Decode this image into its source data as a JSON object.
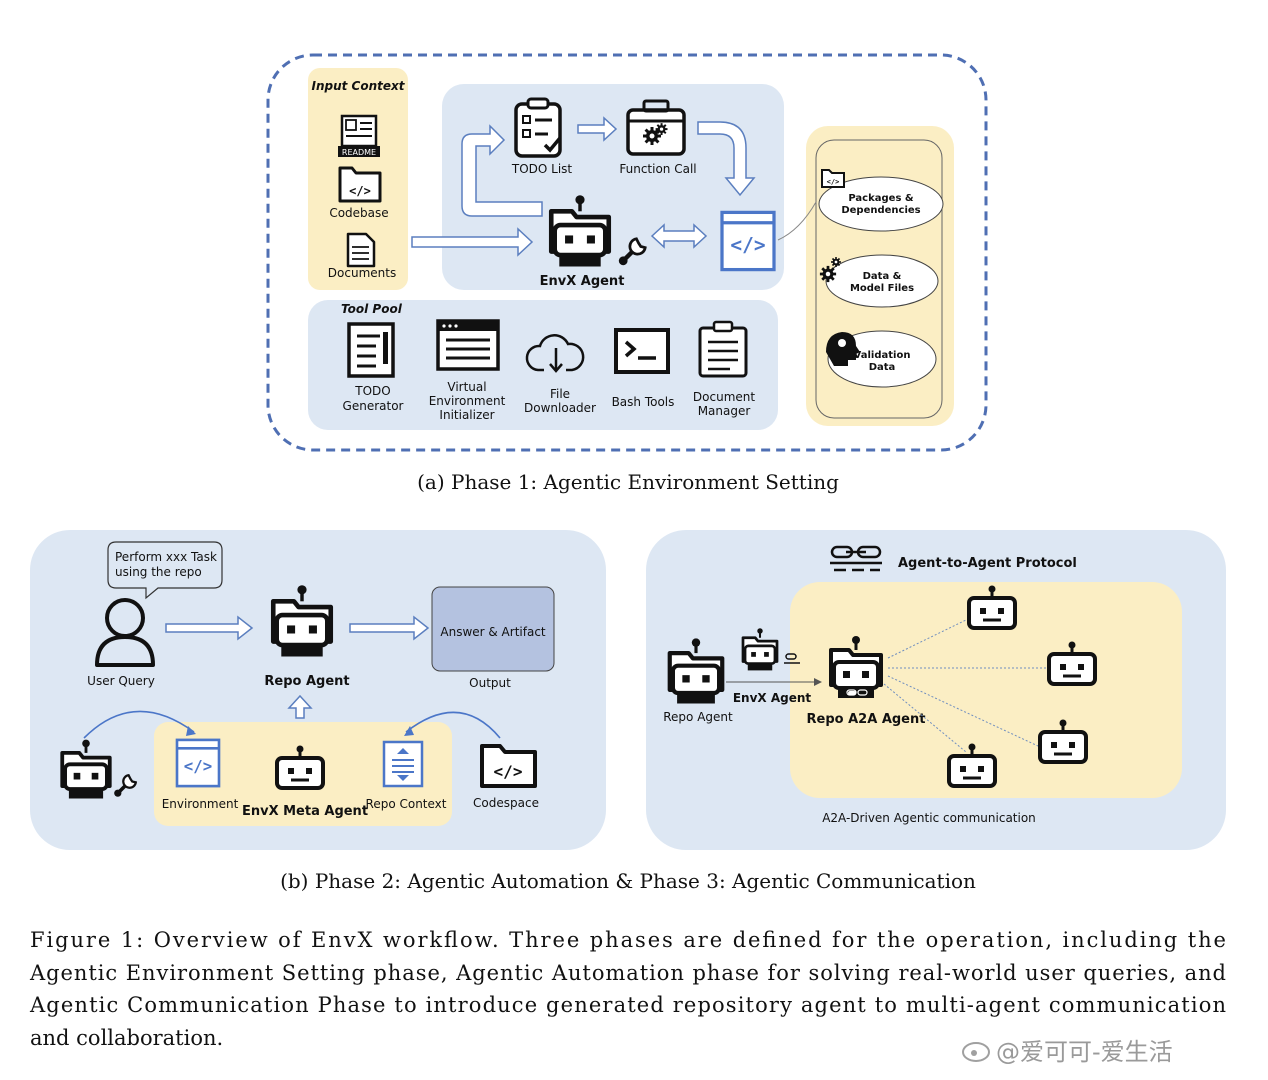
{
  "phase1": {
    "input_context_title": "Input Context",
    "readme_label": "README",
    "codebase_label": "Codebase",
    "documents_label": "Documents",
    "todo_list_label": "TODO List",
    "function_call_label": "Function Call",
    "envx_agent_label": "EnvX Agent",
    "packages_line1": "Packages &",
    "packages_line2": "Dependencies",
    "data_line1": "Data &",
    "data_line2": "Model Files",
    "validation_line1": "Validation",
    "validation_line2": "Data",
    "tool_pool_title": "Tool Pool",
    "todo_gen_line1": "TODO",
    "todo_gen_line2": "Generator",
    "venv_line1": "Virtual",
    "venv_line2": "Environment",
    "venv_line3": "Initializer",
    "file_dl_line1": "File",
    "file_dl_line2": "Downloader",
    "bash_tools_label": "Bash Tools",
    "doc_mgr_line1": "Document",
    "doc_mgr_line2": "Manager",
    "caption": "(a) Phase 1: Agentic Environment Setting"
  },
  "phase2": {
    "bubble_line1": "Perform xxx Task",
    "bubble_line2": "using the repo",
    "user_query_label": "User Query",
    "repo_agent_label": "Repo Agent",
    "answer_label": "Answer & Artifact",
    "output_label": "Output",
    "environment_label": "Environment",
    "meta_agent_label": "EnvX Meta Agent",
    "repo_context_label": "Repo Context",
    "codespace_label": "Codespace"
  },
  "phase3": {
    "protocol_label": "Agent-to-Agent Protocol",
    "repo_agent_label": "Repo Agent",
    "envx_agent_label": "EnvX Agent",
    "repo_a2a_label": "Repo A2A Agent",
    "a2a_comm_label": "A2A-Driven Agentic communication"
  },
  "caption_b": "(b) Phase 2: Agentic Automation & Phase 3: Agentic Communication",
  "figure_caption": {
    "line1": "Figure 1:  Overview of EnvX workflow.  Three phases are defined for the operation, including the",
    "line2": "Agentic Environment Setting phase, Agentic Automation phase for solving real-world user queries, and",
    "line3": "Agentic Communication Phase to introduce generated repository agent to multi-agent communication",
    "line4": "and collaboration."
  },
  "watermark": "@爱可可-爱生活",
  "colors": {
    "panel_blue": "#dde7f3",
    "panel_yellow": "#fbeec4",
    "dashed_border": "#4f6fb3",
    "code_blue": "#4b76c8",
    "output_box": "#b4c2e0"
  },
  "icons": [
    "readme-icon",
    "code-folder-icon",
    "document-icon",
    "todo-list-icon",
    "toolbox-icon",
    "robot-icon",
    "wrench-icon",
    "code-window-icon",
    "folder-code-icon",
    "gears-icon",
    "head-gear-icon",
    "todo-generator-icon",
    "terminal-window-icon",
    "cloud-download-icon",
    "bash-icon",
    "clipboard-icon",
    "user-icon",
    "protocol-icon"
  ]
}
